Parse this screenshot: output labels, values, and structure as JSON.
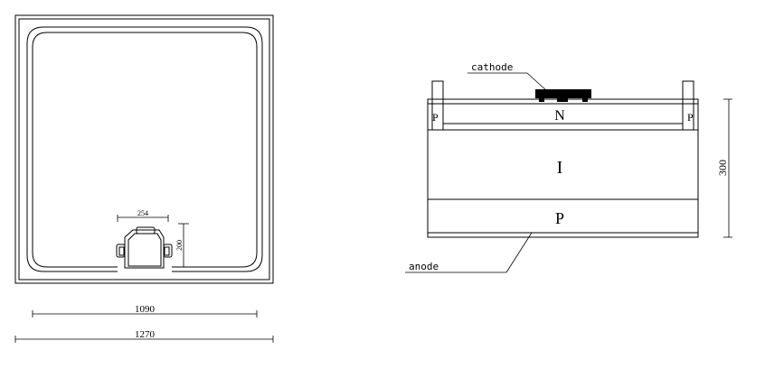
{
  "left_view": {
    "dim_pad_width": "254",
    "dim_pad_height": "200",
    "dim_inner_width": "1090",
    "dim_outer_width": "1270"
  },
  "right_view": {
    "cathode_label": "cathode",
    "anode_label": "anode",
    "region_n": "N",
    "region_i": "I",
    "region_p": "P",
    "side_p_left": "P",
    "side_p_right": "P",
    "dim_thickness": "300"
  }
}
